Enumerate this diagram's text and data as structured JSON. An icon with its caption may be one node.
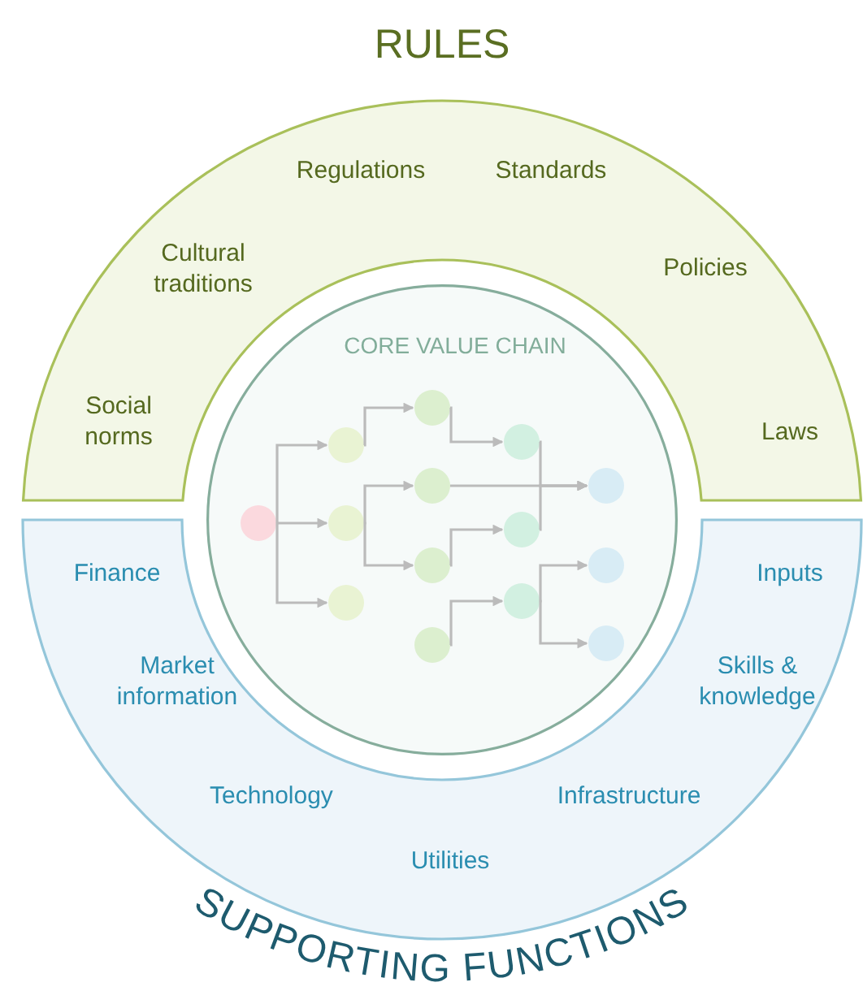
{
  "diagram": {
    "nodes": [
      {
        "text": [
          "RULES",
          "Social norms",
          "Cultural traditions",
          "Regulations",
          "Standards",
          "Policies",
          "Laws"
        ]
      },
      {
        "text": [
          "CORE VALUE CHAIN"
        ]
      },
      {
        "text": [],
        "shape": "circle",
        "in": 1
      },
      {
        "text": [],
        "shape": "circle",
        "in": 1
      },
      {
        "text": [],
        "shape": "circle",
        "in": 1
      },
      {
        "text": [],
        "shape": "circle",
        "in": 1
      },
      {
        "text": [],
        "shape": "circle",
        "in": 1
      },
      {
        "text": [],
        "shape": "circle",
        "in": 1
      },
      {
        "text": [],
        "shape": "circle",
        "in": 1
      },
      {
        "text": [],
        "shape": "circle",
        "in": 1
      },
      {
        "text": [],
        "shape": "circle",
        "in": 1
      },
      {
        "text": [],
        "shape": "circle",
        "in": 1
      },
      {
        "text": [],
        "shape": "circle",
        "in": 1
      },
      {
        "text": [],
        "shape": "circle",
        "in": 1
      },
      {
        "text": [],
        "shape": "circle",
        "in": 1
      },
      {
        "text": [],
        "shape": "circle",
        "in": 1
      },
      {
        "text": [
          "Finance",
          "Inputs",
          "Market information",
          "Skills & knowledge",
          "Technology",
          "Infrastructure",
          "Utilities",
          "SUPPORTING FUNCTIONS"
        ]
      }
    ],
    "edges": [
      {
        "from": 2,
        "to": 3,
        "arrow": "to"
      },
      {
        "from": 2,
        "to": 4,
        "arrow": "to"
      },
      {
        "from": 2,
        "to": 5,
        "arrow": "to"
      },
      {
        "from": 3,
        "to": 6,
        "arrow": "to"
      },
      {
        "from": 4,
        "to": 7,
        "arrow": "to"
      },
      {
        "from": 4,
        "to": 8,
        "arrow": "to"
      },
      {
        "from": 6,
        "to": 10,
        "arrow": "to"
      },
      {
        "from": 7,
        "to": 13,
        "arrow": "to"
      },
      {
        "from": 8,
        "to": 11,
        "arrow": "to"
      },
      {
        "from": 9,
        "to": 12,
        "arrow": "to"
      },
      {
        "from": 10,
        "to": 13,
        "arrow": "to"
      },
      {
        "from": 11,
        "to": 13,
        "arrow": "to"
      },
      {
        "from": 12,
        "to": 14,
        "arrow": "to"
      },
      {
        "from": 12,
        "to": 15,
        "arrow": "to"
      }
    ]
  }
}
